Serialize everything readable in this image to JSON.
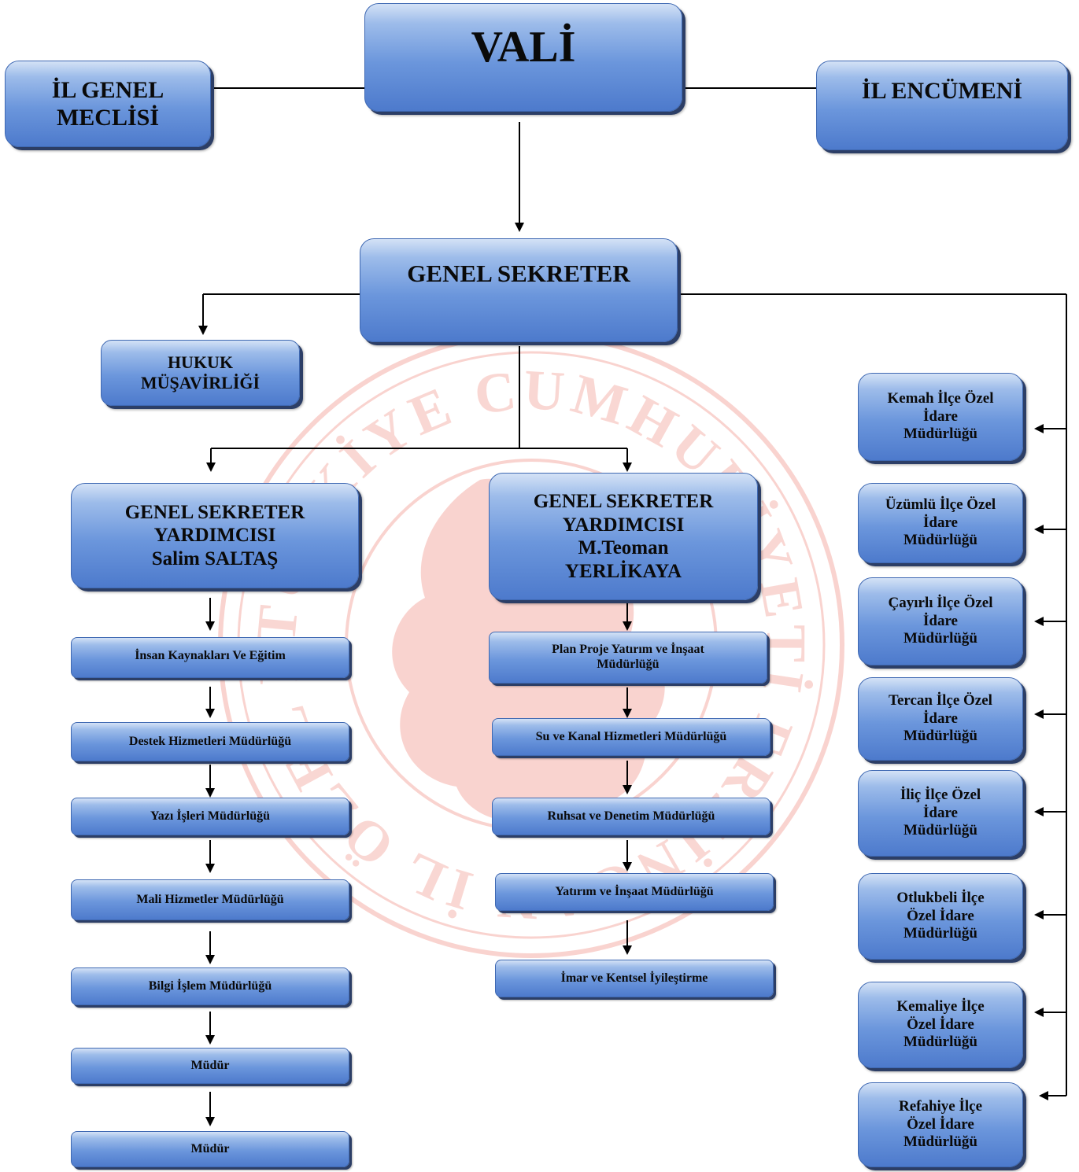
{
  "watermark": {
    "color": "#e63c28",
    "text": "TÜRKİYE CUMHURİYETİ ERZİNCAN İL ÖZEL İDARESİ"
  },
  "top": {
    "vali": "VALİ",
    "il_genel_meclisi": "İL GENEL\nMECLİSİ",
    "il_encumeni": "İL  ENCÜMENİ"
  },
  "genel_sekreter": "GENEL SEKRETER",
  "hukuk": "HUKUK\nMÜŞAVİRLİĞİ",
  "left_column": {
    "head": "GENEL SEKRETER\nYARDIMCISI\nSalim SALTAŞ",
    "items": [
      "İnsan Kaynakları Ve Eğitim",
      "Destek Hizmetleri Müdürlüğü",
      "Yazı İşleri Müdürlüğü",
      "Mali Hizmetler Müdürlüğü",
      "Bilgi İşlem Müdürlüğü",
      "Müdür",
      "Müdür"
    ]
  },
  "middle_column": {
    "head": "GENEL SEKRETER\nYARDIMCISI\nM.Teoman\nYERLİKAYA",
    "items": [
      "Plan Proje Yatırım ve İnşaat\nMüdürlüğü",
      "Su ve Kanal Hizmetleri Müdürlüğü",
      "Ruhsat ve Denetim Müdürlüğü",
      "Yatırım ve İnşaat Müdürlüğü",
      "İmar ve Kentsel İyileştirme"
    ]
  },
  "right_column": {
    "items": [
      "Kemah İlçe Özel\nİdare\nMüdürlüğü",
      "Üzümlü İlçe Özel\nİdare\nMüdürlüğü",
      "Çayırlı İlçe Özel\nİdare\nMüdürlüğü",
      "Tercan  İlçe Özel\nİdare\nMüdürlüğü",
      "İliç  İlçe Özel\nİdare\nMüdürlüğü",
      "Otlukbeli İlçe\nÖzel İdare\nMüdürlüğü",
      "Kemaliye İlçe\nÖzel İdare\nMüdürlüğü",
      "Refahiye İlçe\nÖzel İdare\nMüdürlüğü"
    ]
  }
}
